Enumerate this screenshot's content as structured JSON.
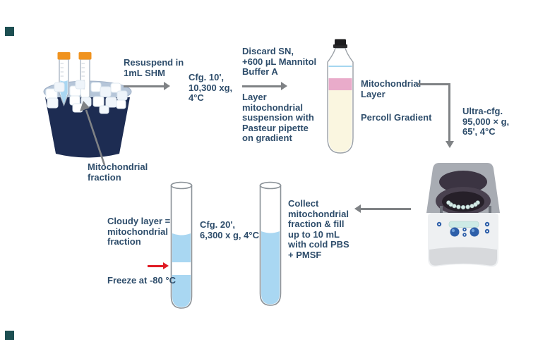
{
  "figure": {
    "type": "protocol-flow-diagram",
    "subject": "Mitochondrial fraction isolation on Percoll gradient"
  },
  "labels": {
    "mito_fraction": "Mitochondrial\nfraction",
    "resuspend": "Resuspend in\n1mL SHM",
    "cfg1": "Cfg. 10',\n10,300 xg,\n4°C",
    "discard": "Discard SN,\n+600 µL Mannitol\nBuffer A",
    "layer": "Layer\nmitochondrial\nsuspension with\nPasteur pipette\non gradient",
    "mito_layer": "Mitochondrial\nLayer",
    "percoll": "Percoll Gradient",
    "ultra": "Ultra-cfg.\n95,000 × g,\n65', 4°C",
    "collect": "Collect\nmitochondrial\nfraction & fill\nup to 10 mL\nwith cold PBS\n+ PMSF",
    "cfg2": "Cfg. 20',\n6,300 x g, 4°C",
    "cloudy": "Cloudy layer =\nmitochondrial\nfraction",
    "freeze": "Freeze at -80 °C"
  },
  "colors": {
    "text": "#2e4d6b",
    "arrow": "#7f8285",
    "red": "#e01b24",
    "liquid": "#a9d7f2",
    "cap_orange": "#f0931f",
    "bucket": "#1d2c52",
    "rim": "#b6c6d9",
    "pink": "#e9abca",
    "cream": "#faf6e0",
    "teal": "#1d4f52",
    "tube_outline": "#8b9298"
  }
}
